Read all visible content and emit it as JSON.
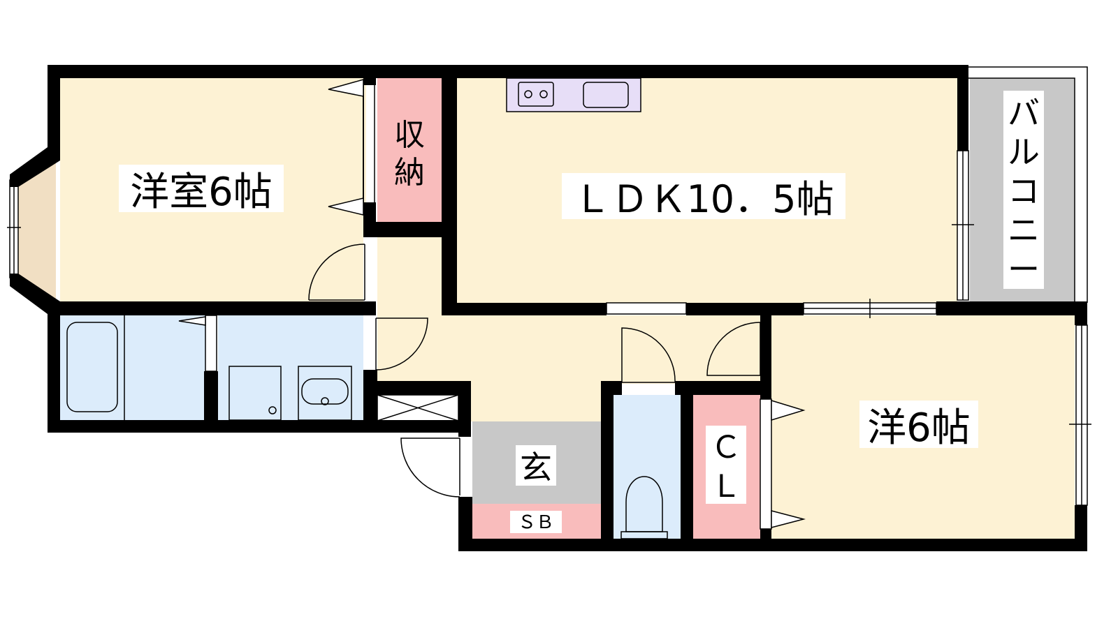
{
  "labels": {
    "western_room_1": "洋室6帖",
    "storage": [
      "収",
      "納"
    ],
    "ldk": "ＬＤＫ10．5帖",
    "balcony": [
      "バ",
      "ル",
      "コ",
      "ニ",
      "ー"
    ],
    "entrance": "玄",
    "shoe_box": "ＳＢ",
    "closet": [
      "Ｃ",
      "Ｌ"
    ],
    "western_room_2": "洋6帖"
  },
  "colors": {
    "room_fill": "#fdf2d4",
    "storage_fill": "#f9bcbc",
    "wet_area_fill": "#dcecfb",
    "kitchen_fill": "#e7def7",
    "balcony_fill": "#c8c8c8",
    "entrance_fill": "#c8c8c8",
    "bay_window_fill": "#f1dfc3",
    "wall": "#000000"
  }
}
